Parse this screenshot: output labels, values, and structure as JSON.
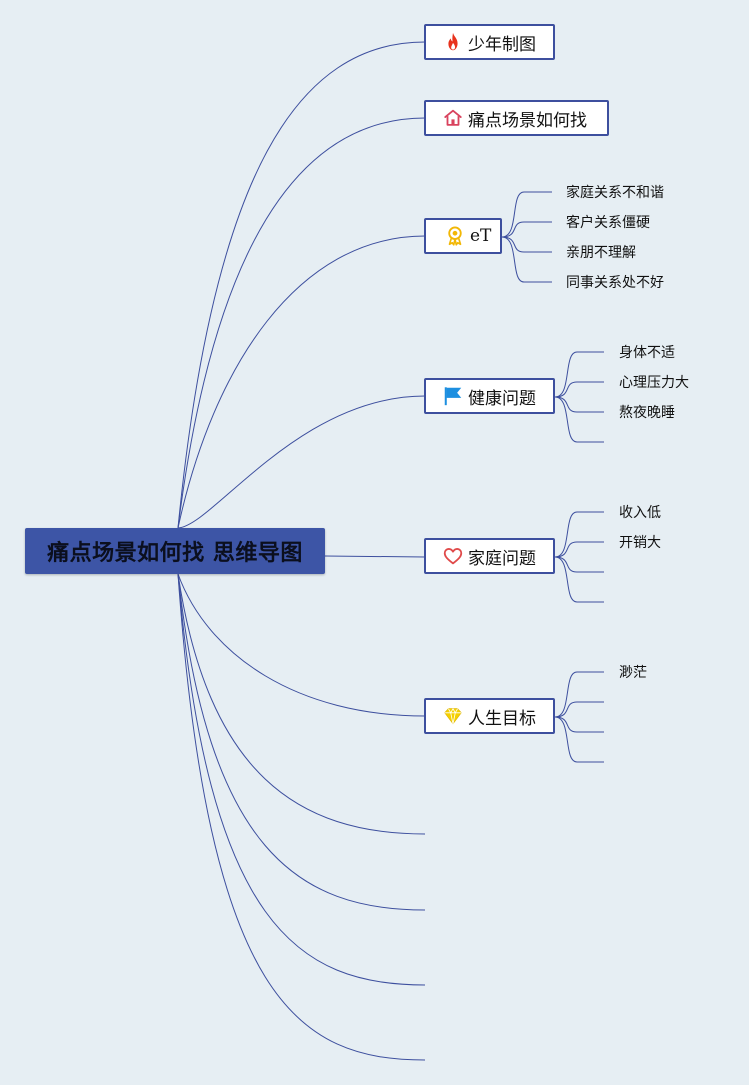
{
  "root": {
    "label": "痛点场景如何找 思维导图"
  },
  "topics": [
    {
      "label": "少年制图",
      "icon": "fire-icon",
      "children": []
    },
    {
      "label": "痛点场景如何找",
      "icon": "home-icon",
      "children": []
    },
    {
      "label": "eT",
      "icon": "award-medal-icon",
      "children": [
        "家庭关系不和谐",
        "客户关系僵硬",
        "亲朋不理解",
        "同事关系处不好"
      ]
    },
    {
      "label": "健康问题",
      "icon": "flag-icon",
      "children": [
        "身体不适",
        "心理压力大",
        "熬夜晚睡",
        ""
      ]
    },
    {
      "label": "家庭问题",
      "icon": "heart-icon",
      "children": [
        "收入低",
        "开销大",
        "",
        ""
      ]
    },
    {
      "label": "人生目标",
      "icon": "diamond-icon",
      "children": [
        "渺茫",
        "",
        "",
        ""
      ]
    }
  ],
  "empty_topic_count": 4,
  "colors": {
    "background": "#e6eef3",
    "root_fill": "#3d55a6",
    "line": "#3d4f9e",
    "fire": "#e8321d",
    "home": "#d9435e",
    "medal": "#f2b705",
    "flag": "#1d8fe0",
    "heart": "#e04a4a",
    "diamond": "#f5d000"
  }
}
